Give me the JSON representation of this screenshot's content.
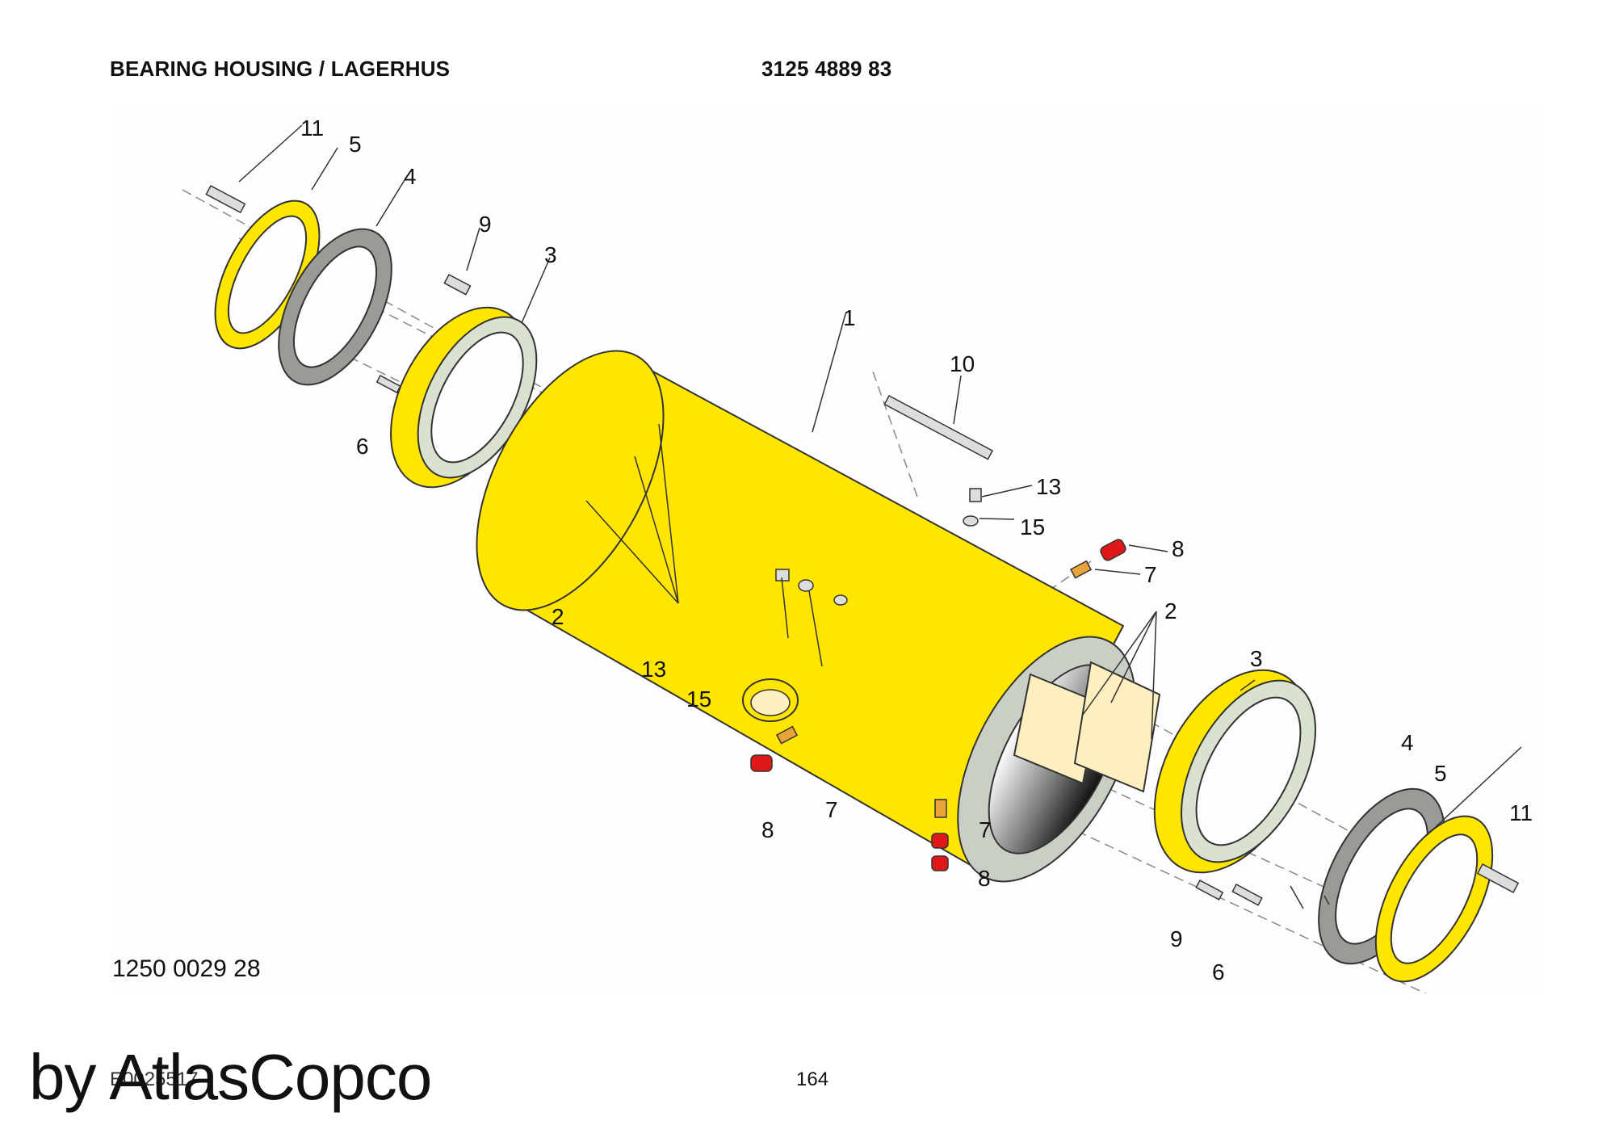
{
  "header": {
    "title": "BEARING HOUSING / LAGERHUS",
    "part_number": "3125 4889 83"
  },
  "callouts": {
    "c1": "1",
    "c2a": "2",
    "c2b": "2",
    "c3a": "3",
    "c3b": "3",
    "c4a": "4",
    "c4b": "4",
    "c5a": "5",
    "c5b": "5",
    "c6a": "6",
    "c6b": "6",
    "c7a": "7",
    "c7b": "7",
    "c7c": "7",
    "c8a": "8",
    "c8b": "8",
    "c8c": "8",
    "c9a": "9",
    "c9b": "9",
    "c10": "10",
    "c11a": "11",
    "c11b": "11",
    "c13a": "13",
    "c13b": "13",
    "c15a": "15",
    "c15b": "15"
  },
  "footer": {
    "drawing_ref": "1250 0029 28",
    "watermark": "by AtlasCopco",
    "doc_code": "E0025517",
    "page": "164"
  },
  "colors": {
    "housing": "#ffe600",
    "ring_grey": "#9a9a96",
    "bushing": "#fdefc0",
    "fitting": "#e8a33a",
    "cap_red": "#e01818"
  }
}
